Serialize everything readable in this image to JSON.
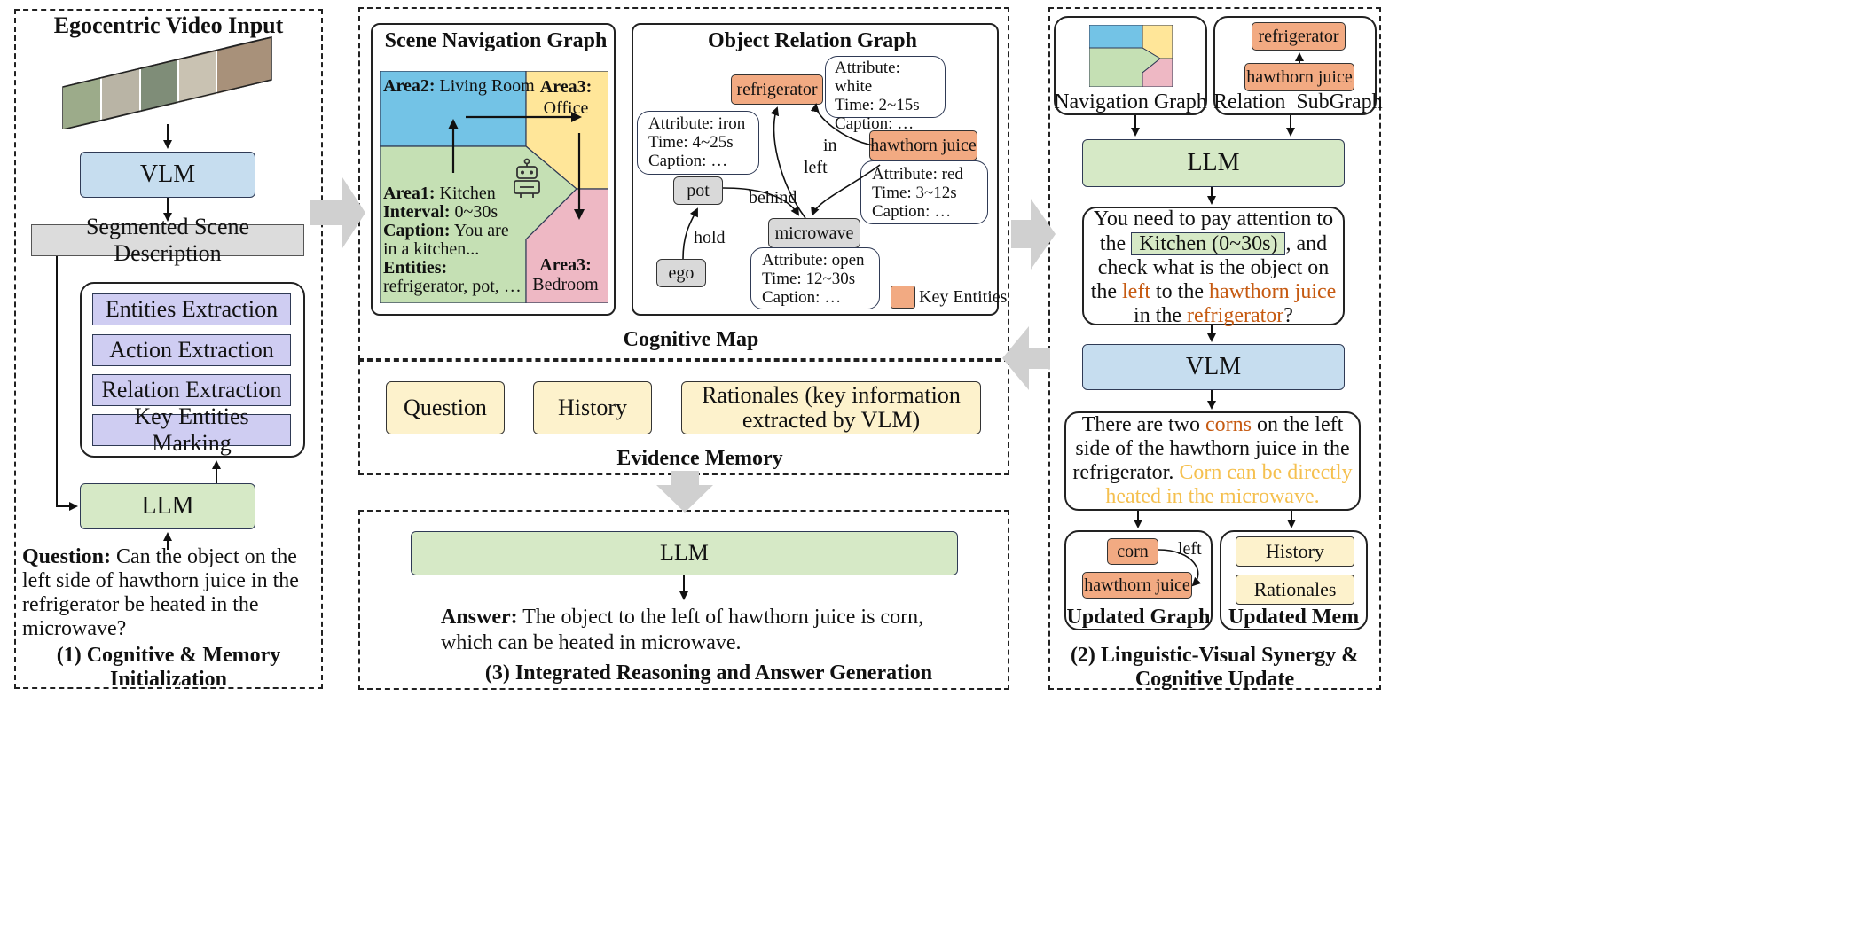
{
  "colors": {
    "green": "#d6e9c6",
    "blue": "#c6ddef",
    "gray": "#dcdcdc",
    "purple": "#cfcdf2",
    "cream": "#fdf2cc",
    "orange": "#f2aa82",
    "area_blue": "#73c3e6",
    "area_yellow": "#ffe699",
    "area_pink": "#eeb8c4",
    "area_green": "#c5e0b4",
    "arrow_gray": "#d0d0d0"
  },
  "section1": {
    "video_title": "Egocentric Video Input",
    "vlm": "VLM",
    "segmented": "Segmented Scene Description",
    "extraction": [
      "Entities Extraction",
      "Action Extraction",
      "Relation Extraction",
      "Key Entities Marking"
    ],
    "llm": "LLM",
    "question_label": "Question:",
    "question_text": "Can the object on the left side of hawthorn juice in the refrigerator be heated in the microwave?",
    "caption_line1": "(1)  Cognitive & Memory",
    "caption_line2": "Initialization"
  },
  "cognitive_map": {
    "caption": "Cognitive Map",
    "scene_nav": {
      "title": "Scene Navigation Graph",
      "area2_label": "Area2:",
      "area2_name": "Living Room",
      "area3_office_label": "Area3:",
      "area3_office_name": "Office",
      "area1_label": "Area1:",
      "area1_name": "Kitchen",
      "interval_label": "Interval:",
      "interval_value": "0~30s",
      "caption_label": "Caption:",
      "caption_value": "You are in a kitchen...",
      "entities_label": "Entities:",
      "entities_value": "refrigerator, pot, …",
      "area3_bed_label": "Area3:",
      "area3_bed_name": "Bedroom",
      "robot_icon": "robot-icon"
    },
    "object_relation": {
      "title": "Object Relation Graph",
      "nodes": {
        "refrigerator": "refrigerator",
        "hawthorn": "hawthorn juice",
        "pot": "pot",
        "microwave": "microwave",
        "ego": "ego"
      },
      "edges": {
        "in": "in",
        "left": "left",
        "behind": "behind",
        "hold": "hold"
      },
      "attr_white": [
        "Attribute:  white",
        "Time:  2~15s",
        "Caption: …"
      ],
      "attr_iron": [
        "Attribute:  iron",
        "Time:  4~25s",
        "Caption:  …"
      ],
      "attr_red": [
        "Attribute:  red",
        "Time:  3~12s",
        "Caption:  …"
      ],
      "attr_open": [
        "Attribute:  open",
        "Time:  12~30s",
        "Caption:  …"
      ],
      "legend": "Key Entities"
    }
  },
  "evidence": {
    "caption": "Evidence Memory",
    "question": "Question",
    "history": "History",
    "rationales": "Rationales (key information extracted by VLM)"
  },
  "section3": {
    "llm": "LLM",
    "answer_label": "Answer:",
    "answer_line1": "The object to the left of hawthorn juice is corn,",
    "answer_line2": "which can be heated in microwave.",
    "caption": "(3) Integrated Reasoning and Answer Generation"
  },
  "section2": {
    "nav_graph": "Navigation Graph",
    "relation_subgraph": "Relation  SubGraph",
    "refrigerator": "refrigerator",
    "hawthorn": "hawthorn juice",
    "llm": "LLM",
    "prompt": {
      "p1": "You need to pay attention to",
      "p2a": "the",
      "kitchen_tag": "Kitchen (0~30s)",
      "p2b": ", and",
      "p3": "check what is the object on",
      "p4a": "the",
      "p4b": "left",
      "p4c": "to the",
      "p4d": "hawthorn juice",
      "p5a": "in the",
      "p5b": "refrigerator",
      "p5c": "?"
    },
    "vlm": "VLM",
    "response": {
      "r1a": "There are two",
      "r1b": "corns",
      "r1c": "on the left",
      "r2": "side of the hawthorn juice in the",
      "r3a": "refrigerator.",
      "r3b": "Corn can be directly",
      "r4": "heated in the microwave."
    },
    "updated_graph": {
      "corn": "corn",
      "left": "left",
      "hawthorn": "hawthorn juice",
      "caption": "Updated Graph"
    },
    "updated_mem": {
      "history": "History",
      "rationales": "Rationales",
      "caption": "Updated Mem"
    },
    "caption_line1": "(2) Linguistic-Visual Synergy &",
    "caption_line2": "Cognitive Update"
  }
}
